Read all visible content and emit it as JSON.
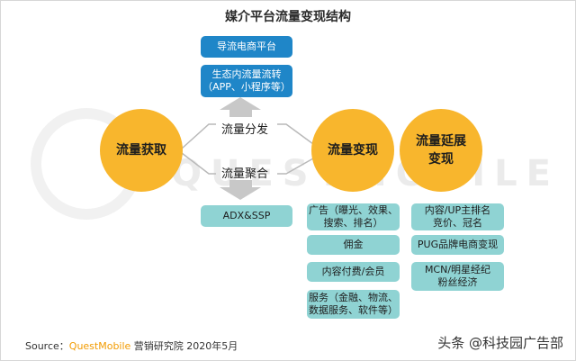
{
  "title": "媒介平台流量变现结构",
  "watermark": "QUESTMOBILE",
  "top_boxes": [
    {
      "text": "导流电商平台"
    },
    {
      "text": "生态内流量流转\n（APP、小程序等）"
    }
  ],
  "bottom_box": {
    "text": "ADX&SSP"
  },
  "center_labels": {
    "distribute": "流量分发",
    "aggregate": "流量聚合"
  },
  "circles": {
    "acquire": "流量获取",
    "monetize": "流量变现",
    "extend": "流量延展\n变现"
  },
  "monetize_items": [
    {
      "text": "广告（曝光、效果、\n搜索、排名）"
    },
    {
      "text": "佣金"
    },
    {
      "text": "内容付费/会员"
    },
    {
      "text": "服务（金融、物流、\n数据服务、软件等）"
    }
  ],
  "extend_items": [
    {
      "text": "内容/UP主排名\n竞价、冠名"
    },
    {
      "text": "PUG品牌电商变现"
    },
    {
      "text": "MCN/明星经纪\n粉丝经济"
    }
  ],
  "footer": {
    "source_label": "Source：",
    "brand": "QuestMobile",
    "rest": " 营销研究院 2020年5月"
  },
  "credit": "头条 @科技园广告部",
  "colors": {
    "blue": "#1f86c8",
    "teal": "#8fd3d3",
    "circle": "#f8b62d",
    "line": "#b9b9b9"
  }
}
